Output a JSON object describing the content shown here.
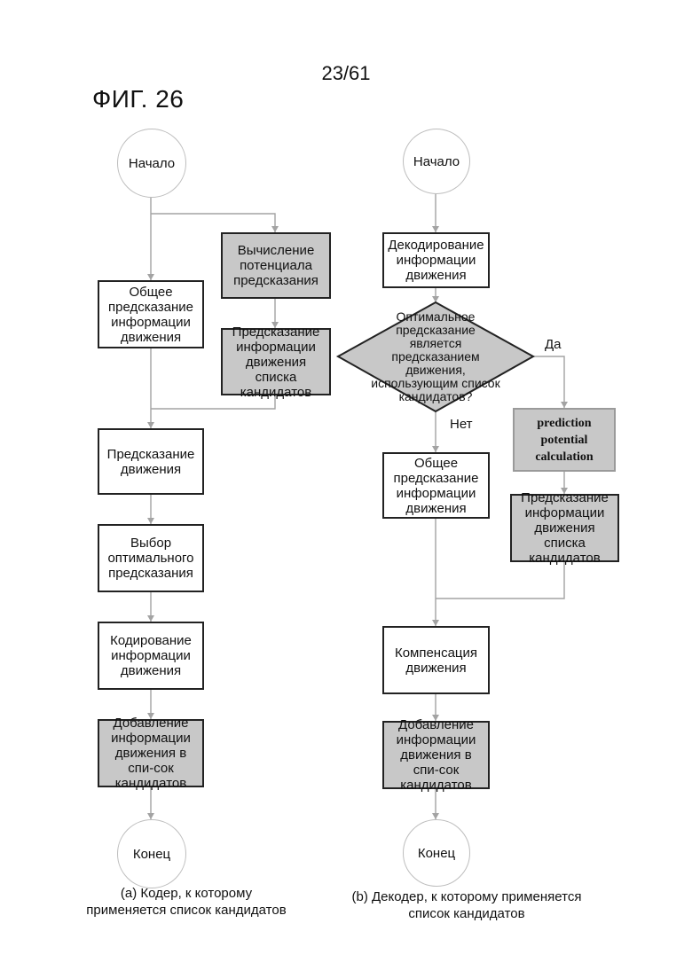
{
  "page": {
    "number": "23/61",
    "figure": "ФИГ. 26"
  },
  "encoder": {
    "start": "Начало",
    "common": "Общее предсказание информации движения",
    "potential": "Вычисление потенциала предсказания",
    "candidate_pred": "Предсказание информации движения списка кандидатов",
    "motion_pred": "Предсказание движения",
    "choose": "Выбор оптимального предсказания",
    "encode": "Кодирование информации движения",
    "add": "Добавление информации движения в спи-сок кандидатов",
    "end": "Конец",
    "caption": "(a) Кодер, к которому применяется список кандидатов"
  },
  "decoder": {
    "start": "Начало",
    "decode": "Декодирование информации движения",
    "decision": "Оптимальное предсказание является предсказанием движения, использующим список кандидатов?",
    "yes": "Да",
    "no": "Нет",
    "common": "Общее предсказание информации движения",
    "potential": "prediction potential calculation",
    "candidate_pred": "Предсказание информации движения списка кандидатов",
    "compensation": "Компенсация движения",
    "add": "Добавление информации движения в спи-сок кандидатов",
    "end": "Конец",
    "caption": "(b) Декодер, к которому применяется список кандидатов"
  }
}
